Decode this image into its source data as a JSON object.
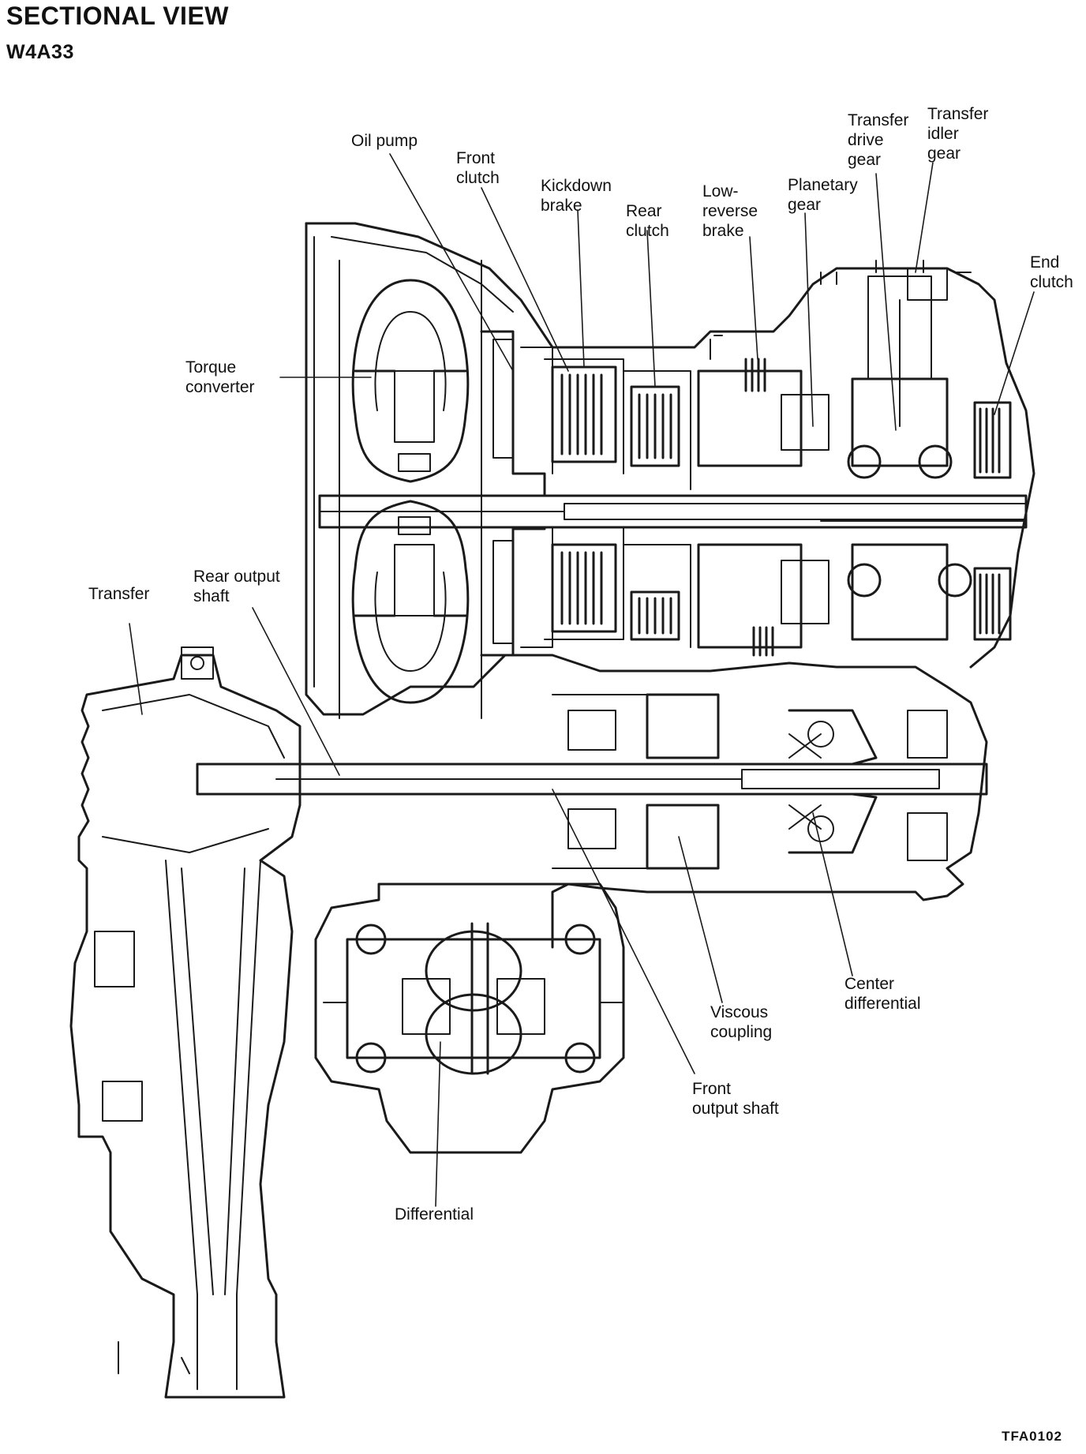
{
  "header": {
    "title": "SECTIONAL VIEW",
    "subtitle": "W4A33"
  },
  "labels": {
    "oil_pump": "Oil pump",
    "front_clutch": "Front\nclutch",
    "kickdown_brake": "Kickdown\nbrake",
    "rear_clutch": "Rear\nclutch",
    "low_reverse_brake": "Low-\nreverse\nbrake",
    "planetary_gear": "Planetary\ngear",
    "transfer_drive_gear": "Transfer\ndrive\ngear",
    "transfer_idler_gear": "Transfer\nidler\ngear",
    "end_clutch": "End\nclutch",
    "torque_converter": "Torque\nconverter",
    "transfer": "Transfer",
    "rear_output_shaft": "Rear output\nshaft",
    "center_differential": "Center\ndifferential",
    "viscous_coupling": "Viscous\ncoupling",
    "front_output_shaft": "Front\noutput shaft",
    "differential": "Differential"
  },
  "figure_code": "TFA0102"
}
